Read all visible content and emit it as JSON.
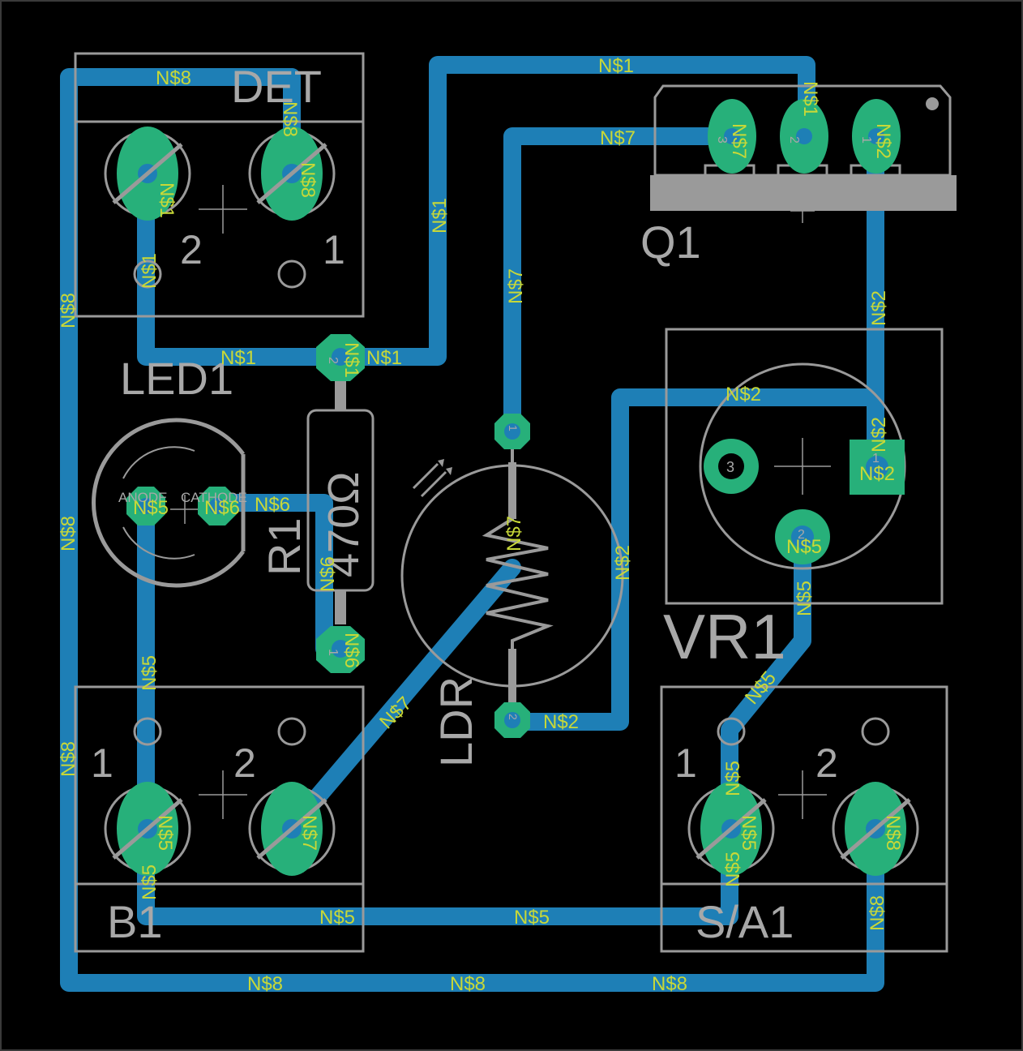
{
  "board": {
    "background": "#000000",
    "trace_color": "#1e7fb6",
    "pad_color": "#27b07a",
    "silk_color": "#9a9a9a",
    "net_label_color": "#c8d838"
  },
  "components": {
    "det": {
      "name": "DET",
      "pin1": "1",
      "pin2": "2",
      "pad1_net": "N$8",
      "pad2_net": "N$1"
    },
    "q1": {
      "name": "Q1",
      "pin1": "1",
      "pin2": "2",
      "pin3": "3",
      "pad1_net": "N$2",
      "pad2_net": "N$1",
      "pad3_net": "N$7"
    },
    "led1": {
      "name": "LED1",
      "anode": "ANODE",
      "cathode": "CATHODE",
      "anode_net": "N$5",
      "cathode_net": "N$6"
    },
    "r1": {
      "name": "R1",
      "value": "470Ω",
      "pin1": "1",
      "pin2": "2",
      "pad1_net": "N$6",
      "pad2_net": "N$1"
    },
    "ldr": {
      "name": "LDR",
      "pin1": "1",
      "pin2": "2",
      "pad1_net": "N$7",
      "pad2_net": "N$2"
    },
    "vr1": {
      "name": "VR1",
      "pin1": "1",
      "pin2": "2",
      "pin3": "3",
      "pad1_net": "N$2",
      "pad2_net": "N$5"
    },
    "b1": {
      "name": "B1",
      "pin1": "1",
      "pin2": "2",
      "pad1_net": "N$5",
      "pad2_net": "N$7"
    },
    "sa1": {
      "name": "S/A1",
      "pin1": "1",
      "pin2": "2",
      "pad1_net": "N$5",
      "pad2_net": "N$8"
    }
  },
  "nets": {
    "n1": "N$1",
    "n2": "N$2",
    "n5": "N$5",
    "n6": "N$6",
    "n7": "N$7",
    "n8": "N$8"
  }
}
